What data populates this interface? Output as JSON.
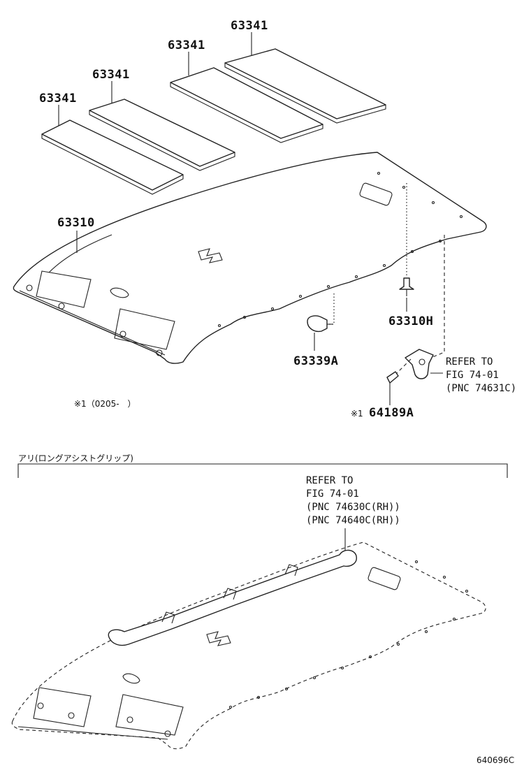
{
  "labels": {
    "pad_1": "63341",
    "pad_2": "63341",
    "pad_3": "63341",
    "pad_4": "63341",
    "headlining": "63310",
    "clip": "63310H",
    "holder": "63339A",
    "screw": "64189A",
    "screw_mark": "※1"
  },
  "ref_upper": {
    "line1": "REFER TO",
    "line2": "FIG 74-01",
    "line3": "(PNC 74631C)"
  },
  "note_date": "※1（0205-　）",
  "section_title": "アリ(ロングアシストグリップ)",
  "ref_lower": {
    "line1": "REFER TO",
    "line2": "FIG 74-01",
    "line3": "(PNC 74630C(RH))",
    "line4": "(PNC 74640C(RH))"
  },
  "figure_code": "640696C"
}
